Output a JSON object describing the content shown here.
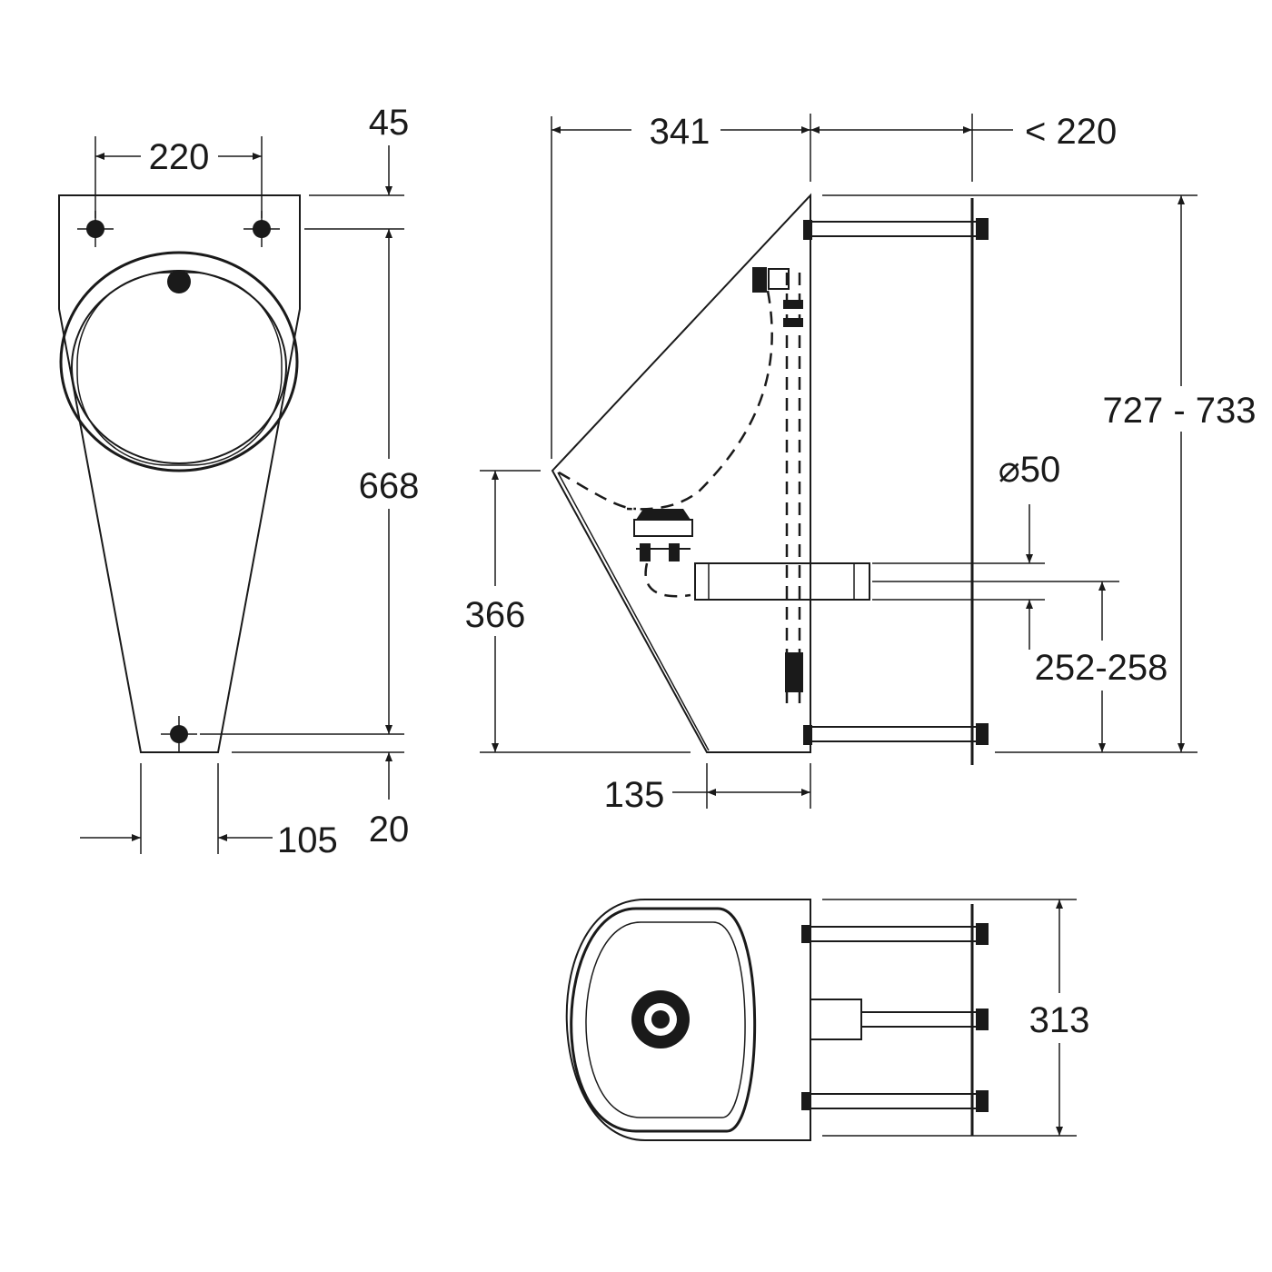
{
  "dimensions": {
    "front_top_width": "220",
    "front_top_offset": "45",
    "front_height": "668",
    "front_bottom_offset": "20",
    "front_bottom_width": "105",
    "side_depth": "341",
    "side_wall_gap": "< 220",
    "side_total_height": "727 - 733",
    "side_outlet_diameter": "⌀50",
    "side_inlet_height": "366",
    "side_outlet_height": "252-258",
    "side_base_depth": "135",
    "top_width": "313"
  },
  "colors": {
    "line": "#1a1a1a",
    "background": "#ffffff"
  }
}
